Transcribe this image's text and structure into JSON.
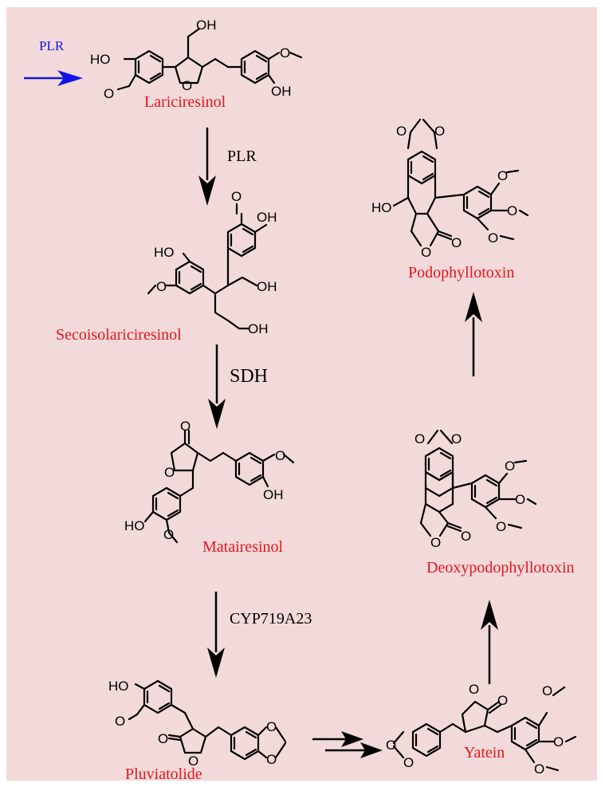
{
  "colors": {
    "background": "#f2dada",
    "compound_name": "#e8141c",
    "enzyme_label": "#000000",
    "legend_arrow": "#1414e6"
  },
  "legend": {
    "label": "PLR"
  },
  "compounds": {
    "lariciresinol": "Lariciresinol",
    "secoisolariciresinol": "Secoisolariciresinol",
    "matairesinol": "Matairesinol",
    "pluviatolide": "Pluviatolide",
    "yatein": "Yatein",
    "deoxypodophyllotoxin": "Deoxypodophyllotoxin",
    "podophyllotoxin": "Podophyllotoxin"
  },
  "enzymes": {
    "step1": "PLR",
    "step2": "SDH",
    "step3": "CYP719A23"
  },
  "atoms": {
    "hydroxyl": "HO",
    "hydroxyl_right": "OH",
    "oxygen": "O"
  }
}
